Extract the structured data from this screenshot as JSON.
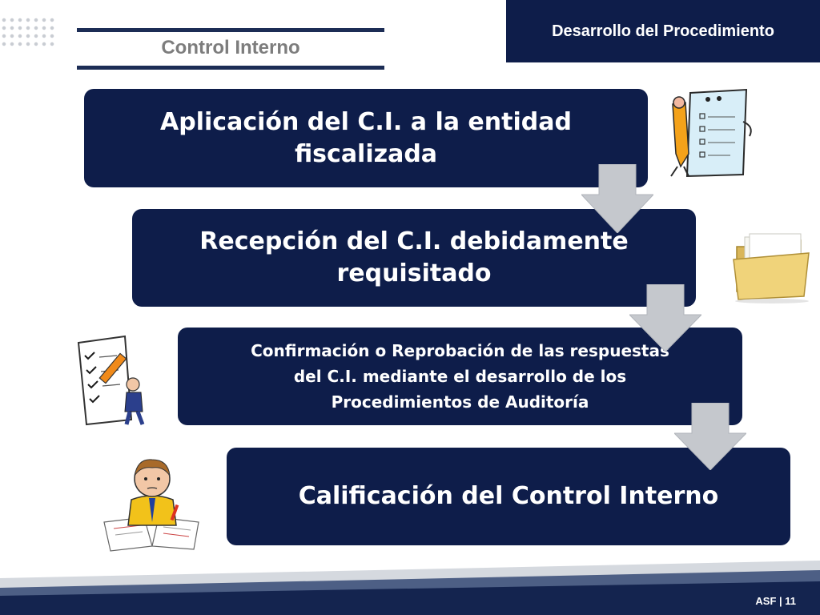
{
  "header": {
    "section_title": "Control Interno",
    "banner_title": "Desarrollo del Procedimiento"
  },
  "steps": [
    {
      "label": "Aplicación del C.I. a la entidad fiscalizada"
    },
    {
      "label": "Recepción del C.I. debidamente requisitado"
    },
    {
      "label": "Confirmación o Reprobación de las respuestas del C.I. mediante el desarrollo de los Procedimientos de Auditoría"
    },
    {
      "label": "Calificación del Control Interno"
    }
  ],
  "footer": {
    "page_label": "ASF | 11"
  },
  "colors": {
    "primary": "#0e1d4a",
    "arrow": "#c5c8cd",
    "title_gray": "#7d7d7d"
  },
  "icons": [
    "checklist-pencil-icon",
    "folder-icon",
    "checklist-man-icon",
    "thinking-man-icon"
  ]
}
